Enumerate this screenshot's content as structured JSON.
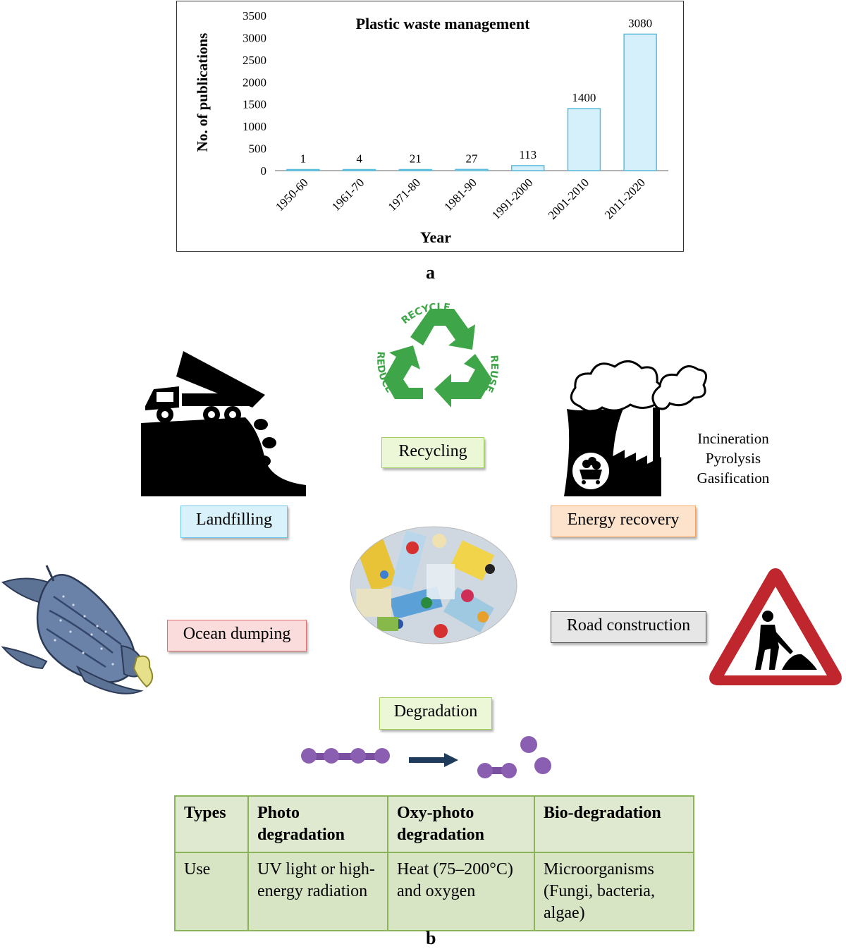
{
  "chart_data": {
    "type": "bar",
    "title": "Plastic waste management",
    "xlabel": "Year",
    "ylabel": "No. of publications",
    "categories": [
      "1950-60",
      "1961-70",
      "1971-80",
      "1981-90",
      "1991-2000",
      "2001-2010",
      "2011-2020"
    ],
    "values": [
      1,
      4,
      21,
      27,
      113,
      1400,
      3080
    ],
    "data_labels": [
      "1",
      "4",
      "21",
      "27",
      "113",
      "1400",
      "3080"
    ],
    "ylim": [
      0,
      3500
    ],
    "yticks": [
      0,
      500,
      1000,
      1500,
      2000,
      2500,
      3000,
      3500
    ],
    "grid": false,
    "legend": "none",
    "bar_fill": "#d6f0fb",
    "bar_stroke": "#5bbcdc"
  },
  "panel_labels": {
    "a": "a",
    "b": "b"
  },
  "recycle_icon": {
    "top": "RECYCLE",
    "left": "REDUCE",
    "right": "REUSE",
    "color": "#3ea648"
  },
  "methods": {
    "recycling": {
      "label": "Recycling",
      "bg": "#ebf7d6",
      "border": "#9fd05a"
    },
    "landfilling": {
      "label": "Landfilling",
      "bg": "#d8f1fb",
      "border": "#6cc6e6"
    },
    "energy": {
      "label": "Energy recovery",
      "bg": "#fde3cc",
      "border": "#f4a35a"
    },
    "ocean": {
      "label": "Ocean dumping",
      "bg": "#fadcdc",
      "border": "#e07070"
    },
    "road": {
      "label": "Road construction",
      "bg": "#e6e6e6",
      "border": "#555555"
    },
    "degradation": {
      "label": "Degradation",
      "bg": "#ebf7d6",
      "border": "#9fd05a"
    }
  },
  "energy_processes": [
    "Incineration",
    "Pyrolysis",
    "Gasification"
  ],
  "degradation_table": {
    "headers": [
      "Types",
      "Photo degradation",
      "Oxy-photo degradation",
      "Bio-degradation"
    ],
    "row": [
      "Use",
      "UV light or high-energy radiation",
      "Heat (75–200°C) and oxygen",
      "Microorganisms (Fungi, bacteria, algae)"
    ]
  },
  "icons": [
    "dump-truck-icon",
    "recycle-icon",
    "factory-icon",
    "leatherback-turtle-icon",
    "road-work-sign-icon",
    "plastic-waste-image",
    "polymer-chain-icon",
    "monomer-fragments-icon"
  ]
}
